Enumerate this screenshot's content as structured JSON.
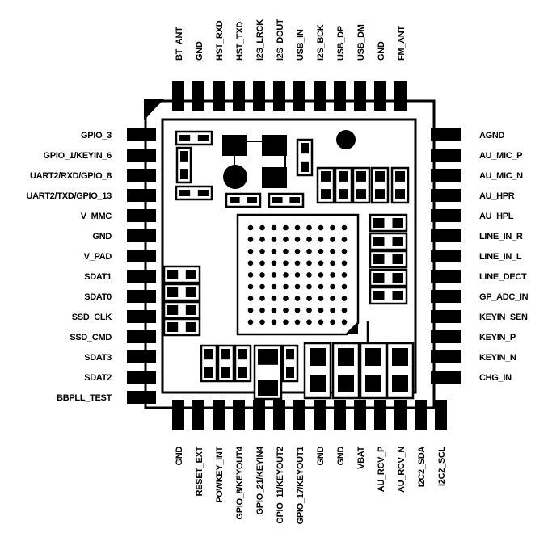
{
  "colors": {
    "ink": "#000000",
    "background": "#ffffff"
  },
  "pins": {
    "top": [
      "BT_ANT",
      "GND",
      "HST_RXD",
      "HST_TXD",
      "I2S_LRCK",
      "I2S_DOUT",
      "USB_IN",
      "I2S_BCK",
      "USB_DP",
      "USB_DM",
      "GND",
      "FM_ANT"
    ],
    "left": [
      "GPIO_3",
      "GPIO_1/KEYIN_6",
      "UART2/RXD/GPIO_8",
      "UART2/TXD/GPIO_13",
      "V_MMC",
      "GND",
      "V_PAD",
      "SDAT1",
      "SDAT0",
      "SSD_CLK",
      "SSD_CMD",
      "SDAT3",
      "SDAT2",
      "BBPLL_TEST"
    ],
    "right": [
      "AGND",
      "AU_MIC_P",
      "AU_MIC_N",
      "AU_HPR",
      "AU_HPL",
      "LINE_IN_R",
      "LINE_IN_L",
      "LINE_DECT",
      "GP_ADC_IN",
      "KEYIN_SEN",
      "KEYIN_P",
      "KEYIN_N",
      "CHG_IN"
    ],
    "bottom": [
      "GND",
      "RESET_EXT",
      "POWKEY_INT",
      "GPIO_8/KEYOUT4",
      "GPIO_21/KEYIN4",
      "GPIO_11/KEYOUT2",
      "GPIO_17/KEYOUT1",
      "GND",
      "GND",
      "VBAT",
      "AU_RCV_P",
      "AU_RCV_N",
      "I2C2_SDA",
      "I2C2_SCL"
    ]
  },
  "bga": {
    "rows": 9,
    "cols": 9
  }
}
